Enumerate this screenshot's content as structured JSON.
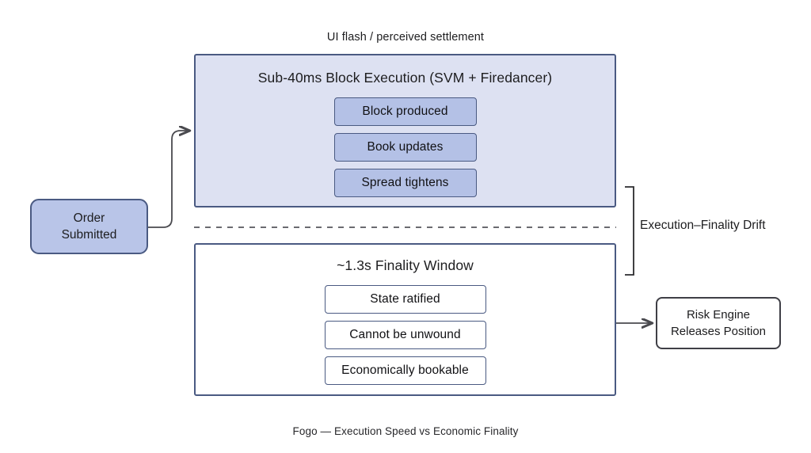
{
  "diagram": {
    "caption_top": "UI flash / perceived settlement",
    "caption_bottom": "Fogo — Execution Speed vs Economic Finality",
    "background_color": "#ffffff"
  },
  "order_node": {
    "label": "Order\nSubmitted",
    "fill": "#b9c5e8",
    "border": "#4a5a82"
  },
  "execution_panel": {
    "title": "Sub-40ms Block Execution (SVM + Firedancer)",
    "fill": "#dde1f2",
    "border": "#4a5a82",
    "pills": [
      {
        "label": "Block produced"
      },
      {
        "label": "Book updates"
      },
      {
        "label": "Spread tightens"
      }
    ],
    "pill_fill": "#b4c1e6"
  },
  "finality_panel": {
    "title": "~1.3s Finality Window",
    "fill": "#ffffff",
    "border": "#4a5a82",
    "pills": [
      {
        "label": "State ratified"
      },
      {
        "label": "Cannot be unwound"
      },
      {
        "label": "Economically bookable"
      }
    ],
    "pill_fill": "#ffffff"
  },
  "drift": {
    "label": "Execution–Finality Drift",
    "bracket_color": "#2b2b2e"
  },
  "risk_node": {
    "label": "Risk Engine\nReleases Position",
    "fill": "#ffffff",
    "border": "#3f3f46"
  },
  "connectors": {
    "order_to_execution": "elbow-arrow",
    "separator": "dashed-line",
    "finality_to_risk": "straight-arrow"
  }
}
